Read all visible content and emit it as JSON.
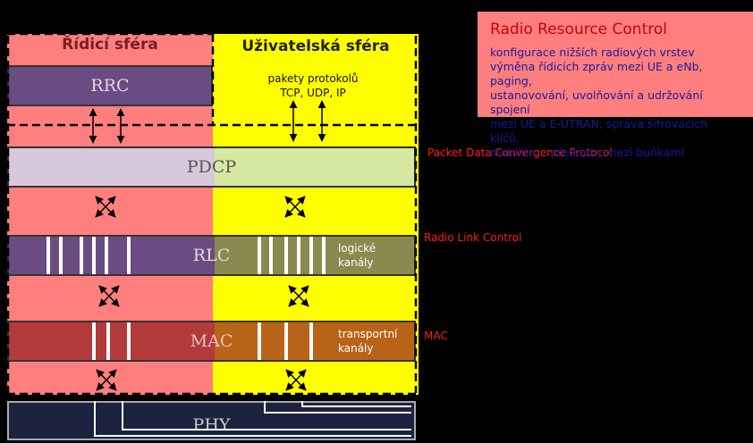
{
  "zones": {
    "control": {
      "label": "Řídicí sféra",
      "color": "#ff7f7f"
    },
    "user": {
      "label": "Uživatelská sféra",
      "color": "#ffff00"
    }
  },
  "layers": {
    "rrc": "RRC",
    "pdcp": "PDCP",
    "rlc": "RLC",
    "mac": "MAC",
    "phy": "PHY"
  },
  "user_plane": {
    "packets_line1": "pakety protokolů",
    "packets_line2": "TCP, UDP, IP"
  },
  "channels": {
    "logical_line1": "logické",
    "logical_line2": "kanály",
    "transport_line1": "transportní",
    "transport_line2": "kanály"
  },
  "side_labels": {
    "pdcp": "Packet Data Convergence Protocol",
    "rlc": "Radio Link Control",
    "mac": "MAC"
  },
  "info_box": {
    "title": "Radio Resource Control",
    "line1": "konfigurace nižších radiových  vrstev",
    "line2": "výměna řídicích zpráv mezi UE a eNb, paging,",
    "line3": "ustanovování, uvolňování a udržování spojení",
    "line4": "mezi UE a E-UTRAN, správa šifrovacích klíčů,",
    "line5": "mobilita -- předávky mezi buňkami"
  }
}
